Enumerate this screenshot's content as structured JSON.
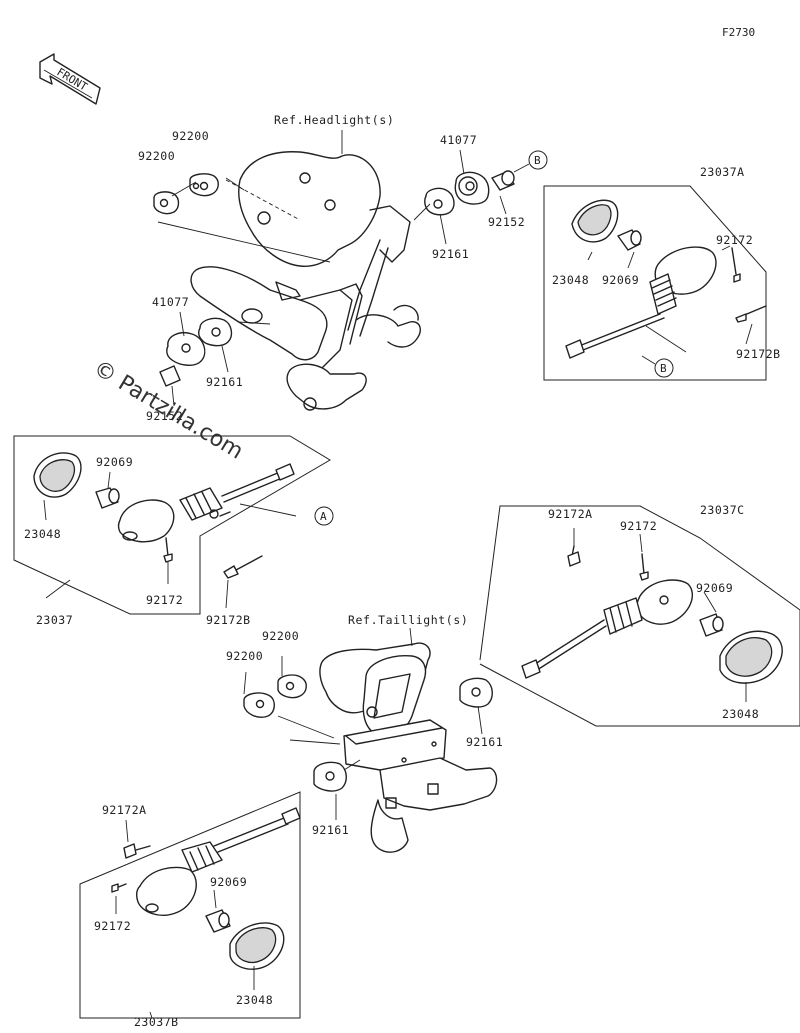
{
  "figure_code": "F2730",
  "front_arrow_label": "FRONT",
  "watermark": "© Partzilla.com",
  "refs": {
    "headlight": "Ref.Headlight(s)",
    "taillight": "Ref.Taillight(s)"
  },
  "markers": {
    "a": "A",
    "b": "B"
  },
  "labels": {
    "p92200_a": "92200",
    "p92200_b": "92200",
    "p41077_top": "41077",
    "p92152_top": "92152",
    "p92161_top": "92161",
    "p41077_left": "41077",
    "p92161_left": "92161",
    "p92152_left": "92152",
    "p23037A": "23037A",
    "p92172_tr": "92172",
    "p23048_tr": "23048",
    "p92069_tr": "92069",
    "p92172B_tr": "92172B",
    "p92069_l": "92069",
    "p23048_l": "23048",
    "p92172_l": "92172",
    "p23037": "23037",
    "p92172B_l": "92172B",
    "p92172A_r": "92172A",
    "p23037C": "23037C",
    "p92172_r": "92172",
    "p92069_r": "92069",
    "p23048_r": "23048",
    "p92200_c": "92200",
    "p92200_d": "92200",
    "p92161_r": "92161",
    "p92161_b": "92161",
    "p92172A_b": "92172A",
    "p92069_b": "92069",
    "p92172_b": "92172",
    "p23037B": "23037B",
    "p23048_b": "23048"
  }
}
